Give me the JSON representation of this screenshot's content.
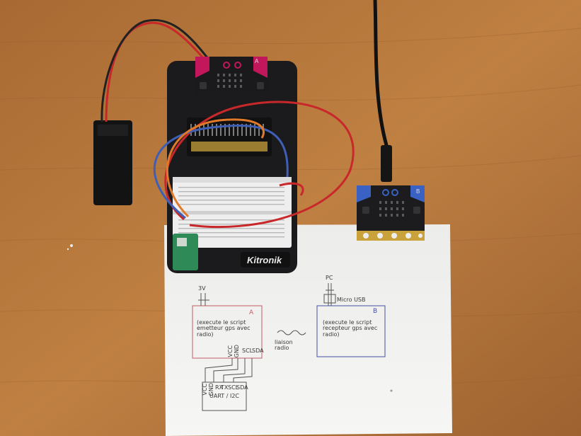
{
  "photo": {
    "brand_label": "Kitronik",
    "board_a_label": "A",
    "board_b_label": "B"
  },
  "sketch": {
    "block_a": {
      "letter": "A",
      "text": "(execute le script emetteur gps avec radio)",
      "power_label": "3V",
      "pin_labels": [
        "VCC",
        "GND",
        "SCL",
        "SDA"
      ]
    },
    "block_b": {
      "letter": "B",
      "text": "(execute le script recepteur gps avec radio)",
      "pc_label": "PC",
      "usb_label": "Micro USB"
    },
    "radio_link": "liaison radio",
    "uart_module": {
      "label": "UART / I2C",
      "pins": [
        "VCC",
        "GND",
        "RX",
        "TX",
        "SCL",
        "SDA"
      ]
    }
  },
  "colors": {
    "table": "#b8793c",
    "paper": "#f4f4f2",
    "ink_red": "#c65a6a",
    "ink_blue": "#4a4ea8",
    "board_black": "#1b1b1d",
    "wire_red": "#c8282a",
    "wire_blue": "#3f5fb5",
    "wire_orange": "#e07a2a"
  }
}
